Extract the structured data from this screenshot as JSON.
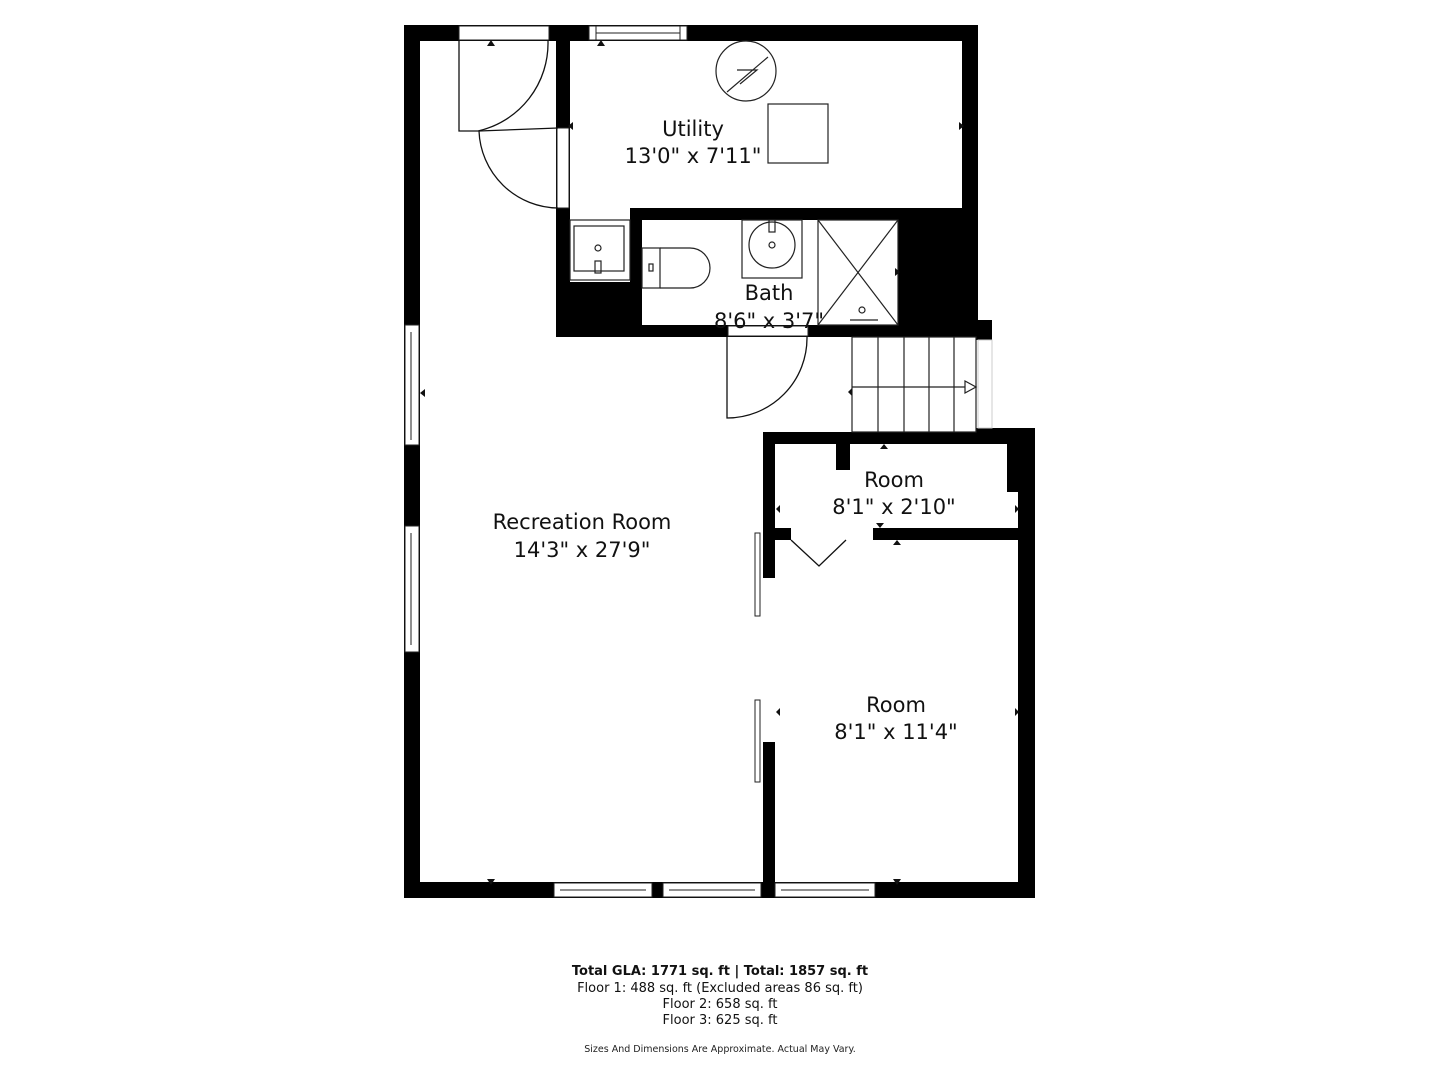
{
  "rooms": {
    "utility": {
      "name": "Utility",
      "dims": "13'0\" x 7'11\""
    },
    "bath": {
      "name": "Bath",
      "dims": "8'6\" x 3'7\""
    },
    "recreation": {
      "name": "Recreation Room",
      "dims": "14'3\" x 27'9\""
    },
    "room_small": {
      "name": "Room",
      "dims": "8'1\" x 2'10\""
    },
    "room_large": {
      "name": "Room",
      "dims": "8'1\" x 11'4\""
    }
  },
  "summary": {
    "total_line": "Total GLA: 1771 sq. ft | Total: 1857 sq. ft",
    "floors": [
      "Floor 1: 488 sq. ft (Excluded areas 86 sq. ft)",
      "Floor 2: 658 sq. ft",
      "Floor 3: 625 sq. ft"
    ],
    "disclaimer": "Sizes And Dimensions Are Approximate. Actual May Vary."
  },
  "colors": {
    "wall": "#000000",
    "background": "#ffffff",
    "line": "#222222"
  }
}
